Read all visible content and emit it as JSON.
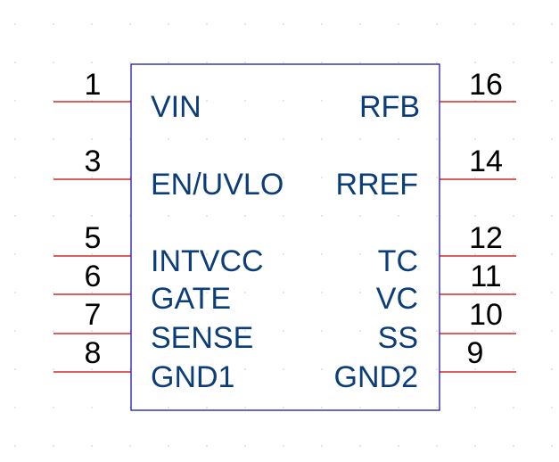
{
  "component": {
    "body_color": "#1a1aa6",
    "pin_line_color": "#c00000",
    "pin_name_color": "#0b3d7a",
    "pin_number_color": "#000000",
    "left_pins": [
      {
        "number": "1",
        "name": "VIN"
      },
      {
        "number": "3",
        "name": "EN/UVLO"
      },
      {
        "number": "5",
        "name": "INTVCC"
      },
      {
        "number": "6",
        "name": "GATE"
      },
      {
        "number": "7",
        "name": "SENSE"
      },
      {
        "number": "8",
        "name": "GND1"
      }
    ],
    "right_pins": [
      {
        "number": "16",
        "name": "RFB"
      },
      {
        "number": "14",
        "name": "RREF"
      },
      {
        "number": "12",
        "name": "TC"
      },
      {
        "number": "11",
        "name": "VC"
      },
      {
        "number": "10",
        "name": "SS"
      },
      {
        "number": "9",
        "name": "GND2"
      }
    ]
  }
}
